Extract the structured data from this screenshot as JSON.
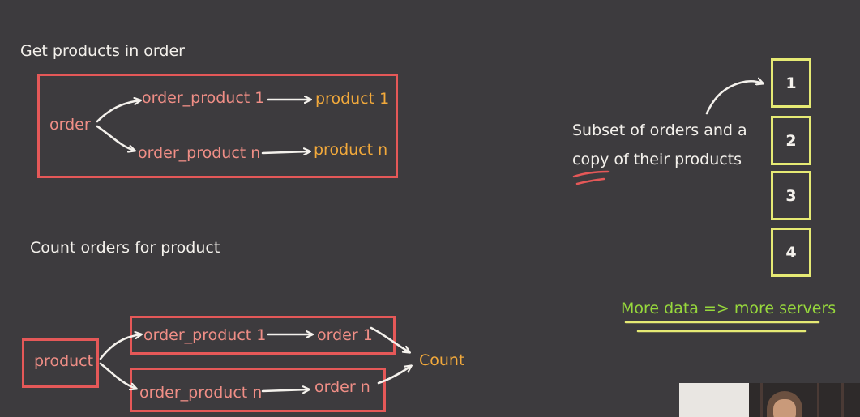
{
  "section1": {
    "title": "Get products in order",
    "order": "order",
    "op1": "order_product 1",
    "opn": "order_product n",
    "p1": "product 1",
    "pn": "product n"
  },
  "section2": {
    "title": "Count orders for product",
    "product": "product",
    "op1": "order_product 1",
    "opn": "order_product n",
    "o1": "order 1",
    "on": "order n",
    "count": "Count"
  },
  "right": {
    "subset_line1": "Subset of orders and a",
    "subset_copy": "copy",
    "subset_rest": " of their products",
    "servers": [
      "1",
      "2",
      "3",
      "4"
    ],
    "more_data": "More data => more servers"
  },
  "colors": {
    "box_red": "#e55858",
    "salmon": "#f08e86",
    "orange": "#f2a93b",
    "green": "#97d83c",
    "yellow": "#e6ea74",
    "white": "#f4f1ec"
  }
}
